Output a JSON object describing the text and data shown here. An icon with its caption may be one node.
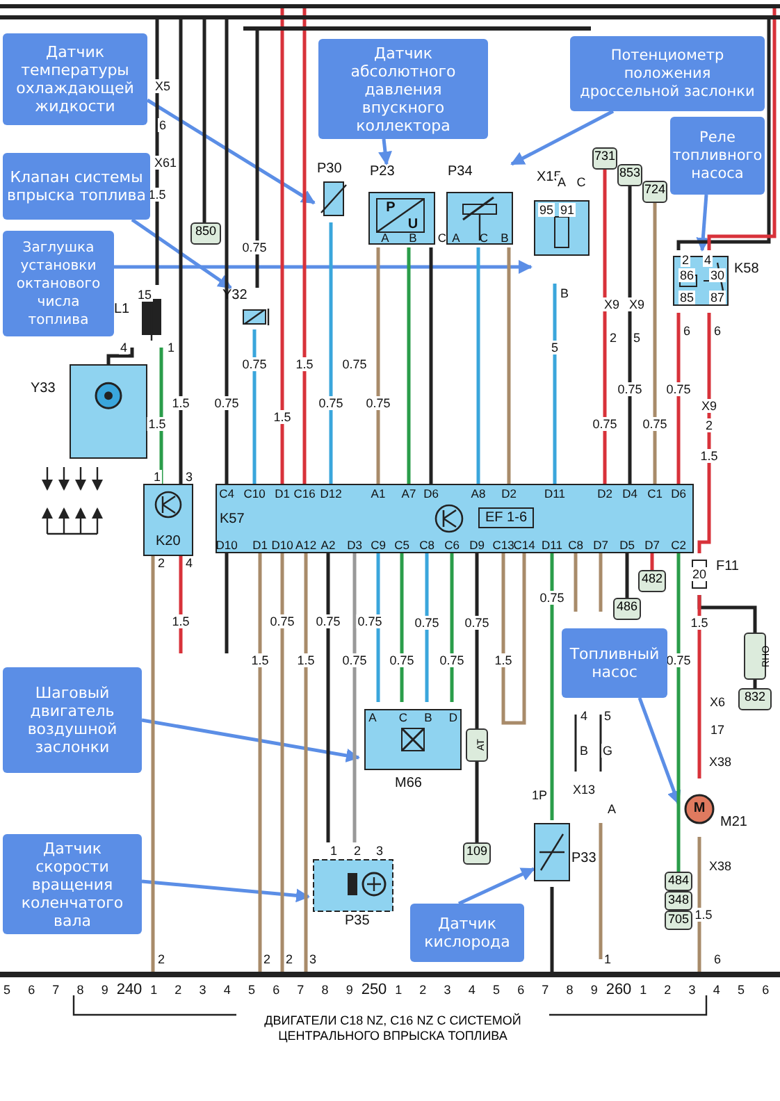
{
  "diagram": {
    "caption": "ДВИГАТЕЛИ C18 NZ, C16 NZ С СИСТЕМОЙ ЦЕНТРАЛЬНОГО ВПРЫСКА ТОПЛИВА",
    "nodes": [
      {
        "text": [
          "Датчик температуры охлаждающей жидкости"
        ]
      },
      {
        "text": [
          "Датчик абсолютного давления впускного коллектора"
        ]
      },
      {
        "text": [
          "Потенциометр положения дроссельной заслонки"
        ]
      },
      {
        "text": [
          "Клапан системы впрыска топлива"
        ]
      },
      {
        "text": [
          "Реле топливного насоса"
        ]
      },
      {
        "text": [
          "Заглушка установки октанового числа топлива"
        ]
      },
      {
        "text": [
          "Шаговый двигатель воздушной заслонки"
        ]
      },
      {
        "text": [
          "Топливный насос"
        ]
      },
      {
        "text": [
          "Датчик скорости вращения коленчатого вала"
        ]
      },
      {
        "text": [
          "Датчик кислорода"
        ]
      },
      {
        "text": [
          "Y32"
        ]
      },
      {
        "text": [
          "P30"
        ]
      },
      {
        "text": [
          "P23"
        ]
      },
      {
        "text": [
          "P34"
        ]
      },
      {
        "text": [
          "X15"
        ]
      },
      {
        "text": [
          "K58"
        ]
      },
      {
        "text": [
          "L1"
        ]
      },
      {
        "text": [
          "Y33"
        ]
      },
      {
        "text": [
          "K20"
        ]
      },
      {
        "text": [
          "K57",
          "EF 1-6"
        ]
      },
      {
        "text": [
          "M66"
        ]
      },
      {
        "text": [
          "AT"
        ]
      },
      {
        "text": [
          "P35"
        ]
      },
      {
        "text": [
          "P33"
        ]
      },
      {
        "text": [
          "M21"
        ]
      },
      {
        "text": [
          "F11"
        ]
      },
      {
        "text": [
          "RHO"
        ]
      },
      {
        "text": [
          "832"
        ]
      },
      {
        "text": [
          "850"
        ]
      },
      {
        "text": [
          "731"
        ]
      },
      {
        "text": [
          "853"
        ]
      },
      {
        "text": [
          "724"
        ]
      },
      {
        "text": [
          "482"
        ]
      },
      {
        "text": [
          "486"
        ]
      },
      {
        "text": [
          "109"
        ]
      },
      {
        "text": [
          "484"
        ]
      },
      {
        "text": [
          "348"
        ]
      },
      {
        "text": [
          "705"
        ]
      },
      {
        "text": [],
        "shape": "bar"
      },
      {
        "text": [],
        "shape": "bar"
      },
      {
        "text": [],
        "shape": "bar"
      },
      {
        "text": [],
        "shape": "bar"
      }
    ],
    "edges": [
      {
        "from": 3,
        "to": 10,
        "arrow": "to",
        "color": "#5b8ee6"
      },
      {
        "from": 0,
        "to": 11,
        "arrow": "to",
        "color": "#5b8ee6"
      },
      {
        "from": 1,
        "to": 12,
        "arrow": "to",
        "color": "#5b8ee6"
      },
      {
        "from": 2,
        "to": 13,
        "arrow": "to",
        "color": "#5b8ee6"
      },
      {
        "from": 4,
        "to": 15,
        "arrow": "to",
        "color": "#5b8ee6"
      },
      {
        "from": 5,
        "to": 14,
        "arrow": "to",
        "color": "#5b8ee6"
      },
      {
        "from": 6,
        "to": 20,
        "arrow": "to",
        "color": "#5b8ee6"
      },
      {
        "from": 7,
        "to": 24,
        "arrow": "to",
        "color": "#5b8ee6"
      },
      {
        "from": 8,
        "to": 22,
        "arrow": "to",
        "color": "#5b8ee6"
      },
      {
        "from": 9,
        "to": 23,
        "arrow": "to",
        "color": "#5b8ee6"
      },
      {
        "from": 16,
        "to": 17,
        "arrow": "none",
        "color": "#222222"
      },
      {
        "from": 16,
        "to": 18,
        "arrow": "none",
        "color": "#2a9d4a"
      },
      {
        "from": 10,
        "to": 19,
        "arrow": "none",
        "color": "#3aa6dc"
      },
      {
        "from": 11,
        "to": 19,
        "arrow": "none",
        "color": "#3aa6dc"
      },
      {
        "from": 12,
        "to": 19,
        "arrow": "none",
        "color": "#a88b6a"
      },
      {
        "from": 12,
        "to": 19,
        "arrow": "none",
        "color": "#2a9d4a"
      },
      {
        "from": 12,
        "to": 19,
        "arrow": "none",
        "color": "#222222"
      },
      {
        "from": 13,
        "to": 19,
        "arrow": "none",
        "color": "#3aa6dc"
      },
      {
        "from": 13,
        "to": 19,
        "arrow": "none",
        "color": "#a88b6a"
      },
      {
        "from": 14,
        "to": 19,
        "arrow": "none",
        "color": "#3aa6dc"
      },
      {
        "from": 29,
        "to": 19,
        "arrow": "none",
        "color": "#d8323a"
      },
      {
        "from": 30,
        "to": 19,
        "arrow": "none",
        "color": "#222222"
      },
      {
        "from": 31,
        "to": 19,
        "arrow": "none",
        "color": "#a88b6a"
      },
      {
        "from": 15,
        "to": 19,
        "arrow": "none",
        "color": "#d8323a"
      },
      {
        "from": 15,
        "to": 25,
        "arrow": "none",
        "color": "#d8323a"
      },
      {
        "from": 25,
        "to": 26,
        "arrow": "none",
        "color": "#222222"
      },
      {
        "from": 26,
        "to": 27,
        "arrow": "none",
        "color": "#222222"
      },
      {
        "from": 25,
        "to": 24,
        "arrow": "none",
        "color": "#d8323a"
      },
      {
        "from": 19,
        "to": 20,
        "arrow": "none",
        "color": "#3aa6dc"
      },
      {
        "from": 19,
        "to": 20,
        "arrow": "none",
        "color": "#2a9d4a"
      },
      {
        "from": 19,
        "to": 20,
        "arrow": "none",
        "color": "#3aa6dc"
      },
      {
        "from": 19,
        "to": 20,
        "arrow": "none",
        "color": "#2a9d4a"
      },
      {
        "from": 19,
        "to": 21,
        "arrow": "none",
        "color": "#222222"
      },
      {
        "from": 21,
        "to": 34,
        "arrow": "none",
        "color": "#222222"
      },
      {
        "from": 19,
        "to": 23,
        "arrow": "none",
        "color": "#2a9d4a"
      },
      {
        "from": 19,
        "to": 32,
        "arrow": "none",
        "color": "#d8323a"
      },
      {
        "from": 19,
        "to": 33,
        "arrow": "none",
        "color": "#222222"
      },
      {
        "from": 19,
        "to": 35,
        "arrow": "none",
        "color": "#2a9d4a"
      },
      {
        "from": 19,
        "to": 22,
        "arrow": "none",
        "color": "#222222"
      },
      {
        "from": 19,
        "to": 22,
        "arrow": "none",
        "color": "#999999"
      },
      {
        "from": 38,
        "to": 19,
        "arrow": "none",
        "color": "#d8323a"
      },
      {
        "from": 38,
        "to": 19,
        "arrow": "none",
        "color": "#d8323a"
      },
      {
        "from": 39,
        "to": 16,
        "arrow": "none",
        "color": "#222222"
      },
      {
        "from": 39,
        "to": 18,
        "arrow": "none",
        "color": "#222222"
      },
      {
        "from": 39,
        "to": 28,
        "arrow": "none",
        "color": "#222222"
      },
      {
        "from": 39,
        "to": 19,
        "arrow": "none",
        "color": "#222222"
      },
      {
        "from": 40,
        "to": 10,
        "arrow": "none",
        "color": "#222222"
      },
      {
        "from": 39,
        "to": 15,
        "arrow": "none",
        "color": "#222222"
      },
      {
        "from": 38,
        "to": 15,
        "arrow": "none",
        "color": "#d8323a"
      },
      {
        "from": 18,
        "to": 41,
        "arrow": "none",
        "color": "#a88b6a"
      },
      {
        "from": 19,
        "to": 41,
        "arrow": "none",
        "color": "#a88b6a"
      },
      {
        "from": 19,
        "to": 41,
        "arrow": "none",
        "color": "#a88b6a"
      },
      {
        "from": 19,
        "to": 41,
        "arrow": "none",
        "color": "#a88b6a"
      },
      {
        "from": 23,
        "to": 41,
        "arrow": "none",
        "color": "#222222"
      },
      {
        "from": 24,
        "to": 41,
        "arrow": "none",
        "color": "#a88b6a"
      }
    ],
    "labels": [
      "X5",
      "6",
      "X61",
      "1.5",
      "0.75",
      "15",
      "4",
      "1",
      "0.75",
      "1.5",
      "0.75",
      "1.5",
      "0.75",
      "1.5",
      "0.75",
      "0.75",
      "1.5",
      "A",
      "B",
      "C",
      "A",
      "C",
      "B",
      "A",
      "C",
      "95",
      "91",
      "B",
      "5",
      "X9",
      "2",
      "X9",
      "5",
      "0.75",
      "0.75",
      "0.75",
      "2",
      "4",
      "86",
      "30",
      "85",
      "87",
      "6",
      "6",
      "0.75",
      "X9",
      "2",
      "1.5",
      "C4",
      "C10",
      "D1",
      "C16",
      "D12",
      "A1",
      "A7",
      "D6",
      "A8",
      "D2",
      "D11",
      "D2",
      "D4",
      "C1",
      "D6",
      "D10",
      "D1",
      "D10",
      "A12",
      "A2",
      "D3",
      "C9",
      "C5",
      "C8",
      "C6",
      "D9",
      "C13",
      "C14",
      "D11",
      "C8",
      "D7",
      "D5",
      "D7",
      "C2",
      "1",
      "3",
      "2",
      "4",
      "1.5",
      "0.75",
      "0.75",
      "0.75",
      "0.75",
      "0.75",
      "0.75",
      "1.5",
      "1.5",
      "0.75",
      "0.75",
      "0.75",
      "1.5",
      "0.75",
      "20",
      "1.5",
      "X6",
      "17",
      "X38",
      "4",
      "5",
      "B",
      "G",
      "X13",
      "A",
      "1P",
      "A",
      "C",
      "B",
      "D",
      "1",
      "2",
      "3",
      "X38",
      "1.5",
      "2",
      "2",
      "2",
      "3",
      "1",
      "6",
      "P",
      "U",
      "M",
      "5",
      "6",
      "7",
      "8",
      "9",
      "240",
      "1",
      "2",
      "3",
      "4",
      "5",
      "6",
      "7",
      "8",
      "9",
      "250",
      "1",
      "2",
      "3",
      "4",
      "5",
      "6",
      "7",
      "8",
      "9",
      "260",
      "1",
      "2",
      "3",
      "4",
      "5",
      "6"
    ]
  }
}
